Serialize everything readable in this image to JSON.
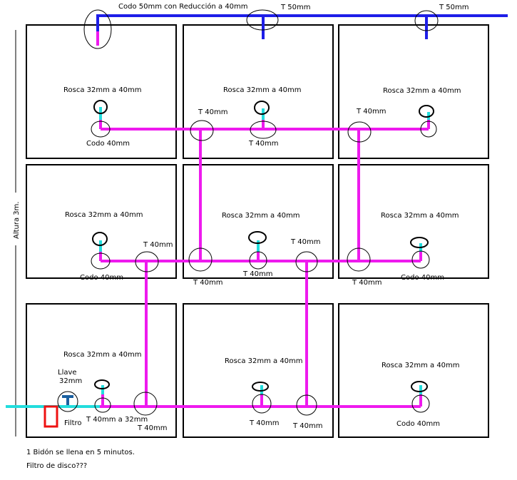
{
  "labels": {
    "top_elbow": "Codo 50mm con Reducción a 40mm",
    "t50": "T 50mm",
    "t40": "T 40mm",
    "rosca": "Rosca 32mm a 40mm",
    "codo40": "Codo 40mm",
    "llave_title": "Llave",
    "llave_size": "32mm",
    "t40_32": "T 40mm a 32mm",
    "filtro": "Filtro",
    "altura": "Altura 3m.",
    "note1": "1 Bidón se llena en 5 minutos.",
    "note2": "Filtro de disco???"
  },
  "colors": {
    "main_pipe": "#1e1ee8",
    "branch_pipe": "#ee1aee",
    "drop_pipe": "#22dddd",
    "feed_pipe": "#22dddd",
    "filter": "#ee1111",
    "valve": "#1a5fa0",
    "outline": "#000000"
  }
}
